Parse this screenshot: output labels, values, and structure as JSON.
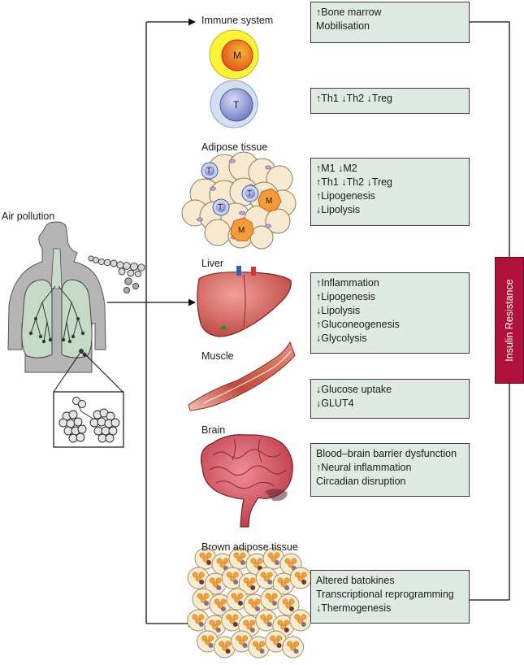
{
  "left": {
    "title": "Air pollution"
  },
  "organs": [
    {
      "id": "immune",
      "label": "Immune system",
      "cell_m": "M",
      "cell_t": "T"
    },
    {
      "id": "adipose",
      "label": "Adipose tissue",
      "cell_t": "T",
      "cell_m": "M"
    },
    {
      "id": "liver",
      "label": "Liver"
    },
    {
      "id": "muscle",
      "label": "Muscle"
    },
    {
      "id": "brain",
      "label": "Brain"
    },
    {
      "id": "bat",
      "label": "Brown adipose tissue"
    }
  ],
  "effects": [
    {
      "id": "immune-1",
      "lines": [
        "↑Bone marrow",
        "Mobilisation"
      ]
    },
    {
      "id": "immune-2",
      "lines": [
        "↑Th1 ↓Th2 ↓Treg"
      ]
    },
    {
      "id": "adipose",
      "lines": [
        "↑M1 ↓M2",
        "↑Th1 ↓Th2 ↓Treg",
        "↑Lipogenesis",
        "↓Lipolysis"
      ]
    },
    {
      "id": "liver",
      "lines": [
        "↑Inflammation",
        "↑Lipogenesis",
        "↓Lipolysis",
        "↑Gluconeogenesis",
        "↓Glycolysis"
      ]
    },
    {
      "id": "muscle",
      "lines": [
        "↓Glucose uptake",
        "↓GLUT4"
      ]
    },
    {
      "id": "brain",
      "lines": [
        "Blood–brain barrier dysfunction",
        "↑Neural inflammation",
        "Circadian disruption"
      ]
    },
    {
      "id": "bat",
      "lines": [
        "Altered batokines",
        "Transcriptional reprogramming",
        "↓Thermogenesis"
      ]
    }
  ],
  "outcome": {
    "label": "Insulin Resistance"
  },
  "colors": {
    "box_fill": "#dfeae2",
    "outcome_fill": "#b0113a",
    "body_gray": "#b4b4b4",
    "lung_green": "#bdd4bf",
    "liver_red": "#c9574f",
    "muscle_red": "#b94a3c",
    "brain_pink": "#d24f5c",
    "fat_cream": "#f6e8c8",
    "bat_orange": "#f1a23a"
  }
}
